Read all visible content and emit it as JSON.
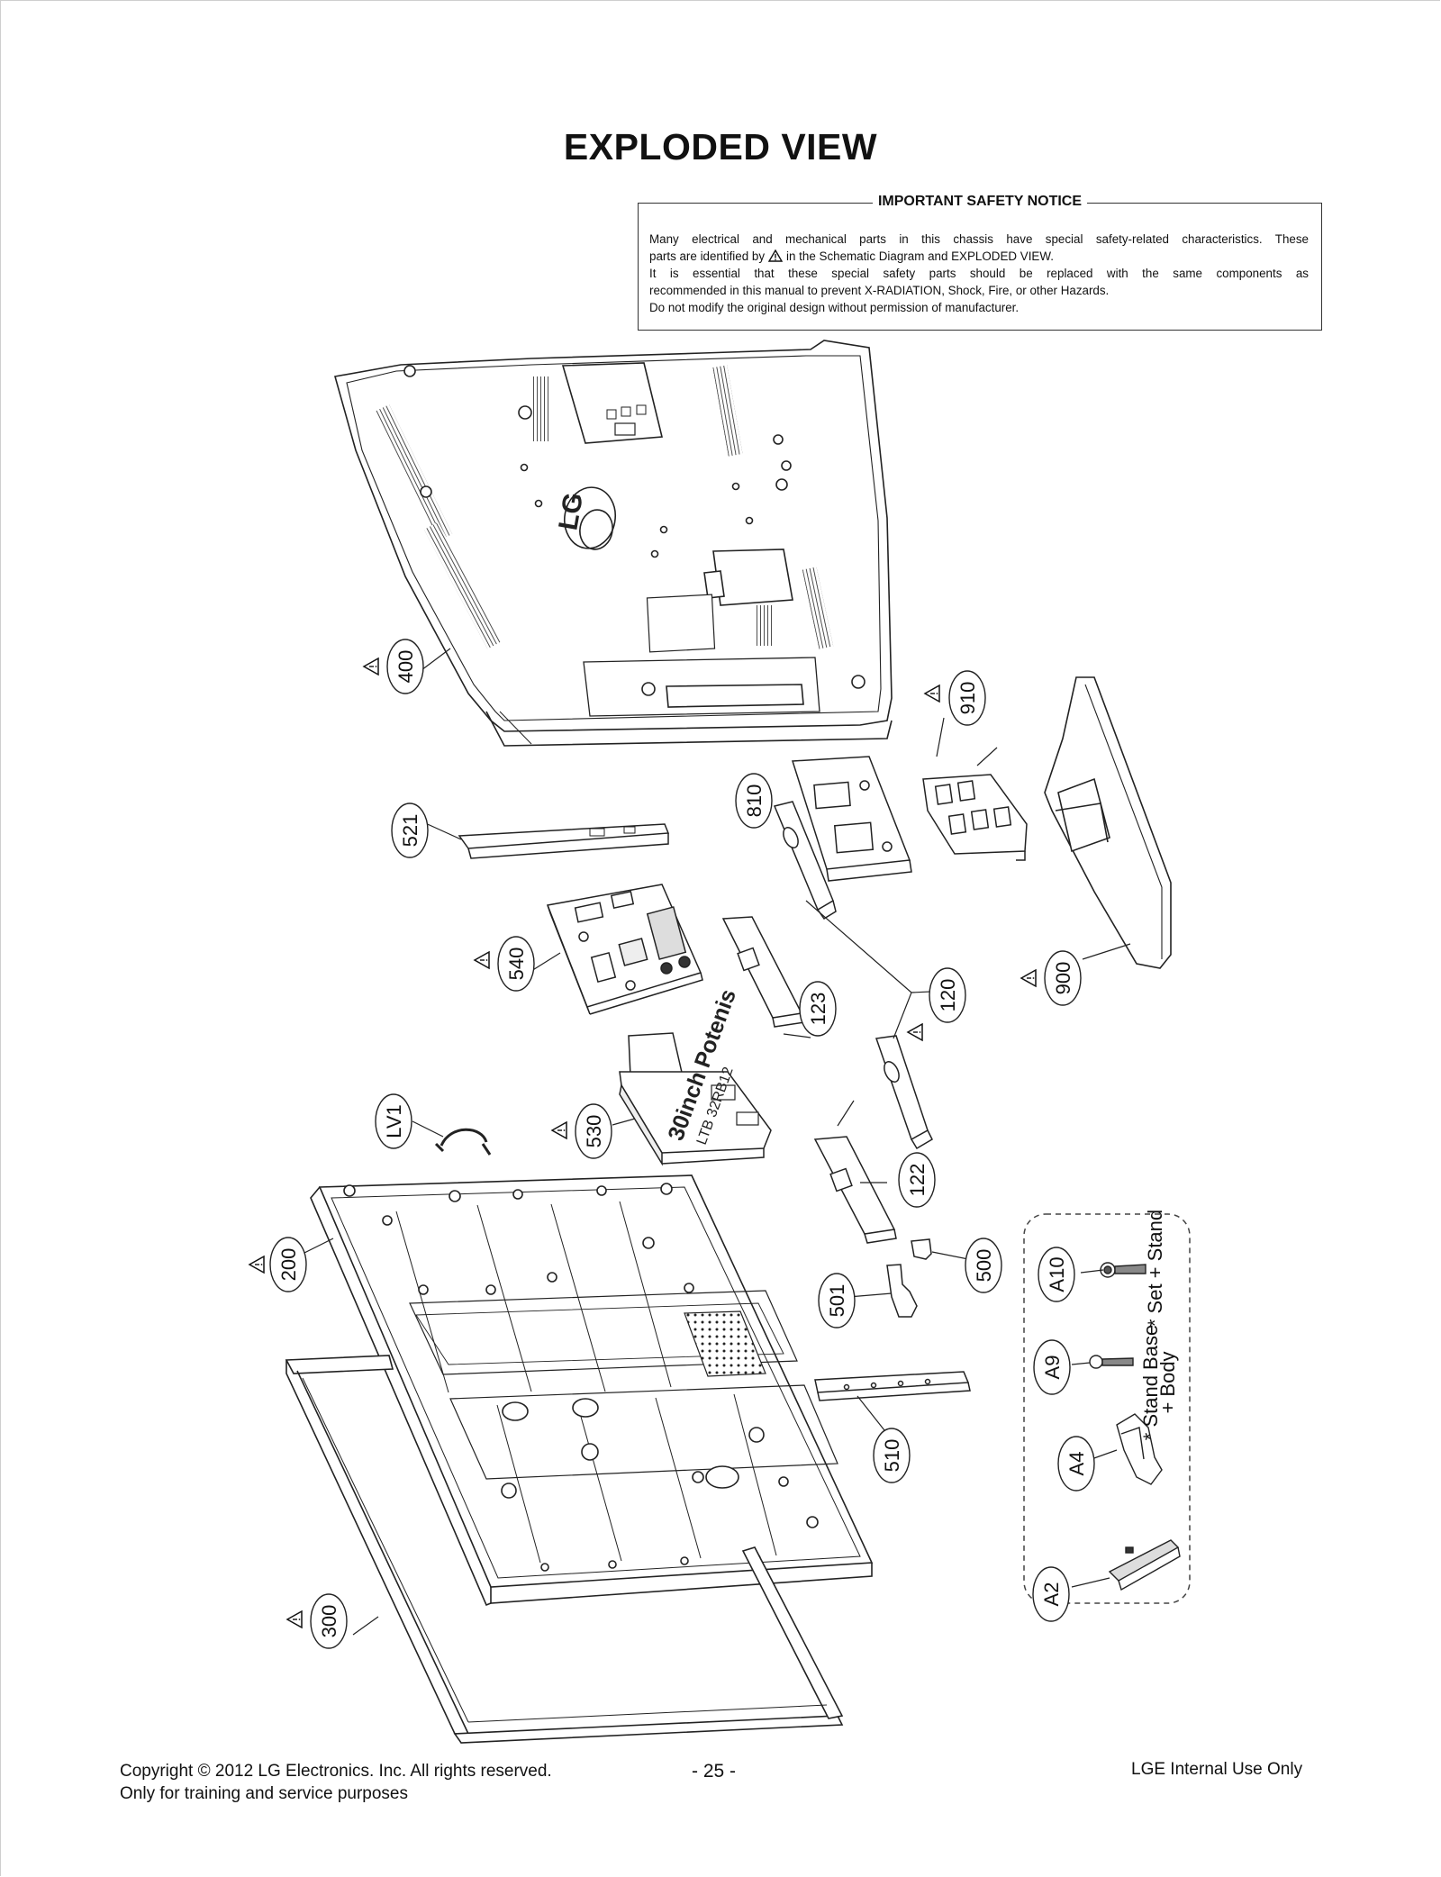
{
  "page": {
    "title": "EXPLODED VIEW"
  },
  "notice": {
    "title": "IMPORTANT SAFETY NOTICE",
    "lines": [
      "Many electrical and mechanical parts in this chassis have special safety-related characteristics. These",
      "parts are identified by",
      "in the Schematic Diagram and EXPLODED VIEW.",
      "It is essential that these special safety parts should be replaced with the same components as",
      "recommended in this manual to prevent X-RADIATION, Shock, Fire, or other Hazards.",
      "Do not modify the original design without permission of manufacturer."
    ],
    "icon": "warning-triangle-icon"
  },
  "callouts": {
    "p400": "400",
    "p521": "521",
    "p540": "540",
    "p530": "530",
    "lv1": "LV1",
    "p200": "200",
    "p300": "300",
    "p810": "810",
    "p910": "910",
    "p900": "900",
    "p120": "120",
    "p123": "123",
    "p122": "122",
    "p500": "500",
    "p501": "501",
    "p510": "510",
    "a10": "A10",
    "a9": "A9",
    "a4": "A4",
    "a2": "A2"
  },
  "notes": {
    "set_stand": "* Set + Stand",
    "stand_base": "* Stand Base",
    "body": "+ Body"
  },
  "footer": {
    "copyright": "Copyright  © 2012  LG Electronics. Inc. All rights reserved.",
    "training": "Only for training and service purposes",
    "page_number": "- 25 -",
    "internal": "LGE Internal Use Only"
  }
}
